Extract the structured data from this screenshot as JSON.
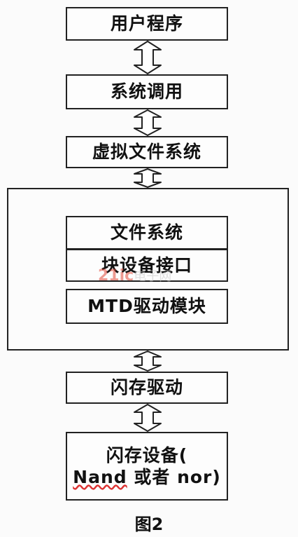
{
  "top_boxes": [
    {
      "label": "用户程序"
    },
    {
      "label": "系统调用"
    },
    {
      "label": "虚拟文件系统"
    }
  ],
  "inner_boxes": [
    {
      "label": "文件系统"
    },
    {
      "label": "块设备接口"
    },
    {
      "label": "MTD驱动模块"
    }
  ],
  "flash_driver": {
    "label": "闪存驱动"
  },
  "flash_device": {
    "line1": "闪存设备(",
    "line2_a": "Nand",
    "line2_b": " 或者 nor)"
  },
  "watermark": {
    "latin": "21ic",
    "cn": "电子网"
  },
  "caption": "图2",
  "colors": {
    "border": "#222222",
    "watermark": "#e04a3a"
  }
}
